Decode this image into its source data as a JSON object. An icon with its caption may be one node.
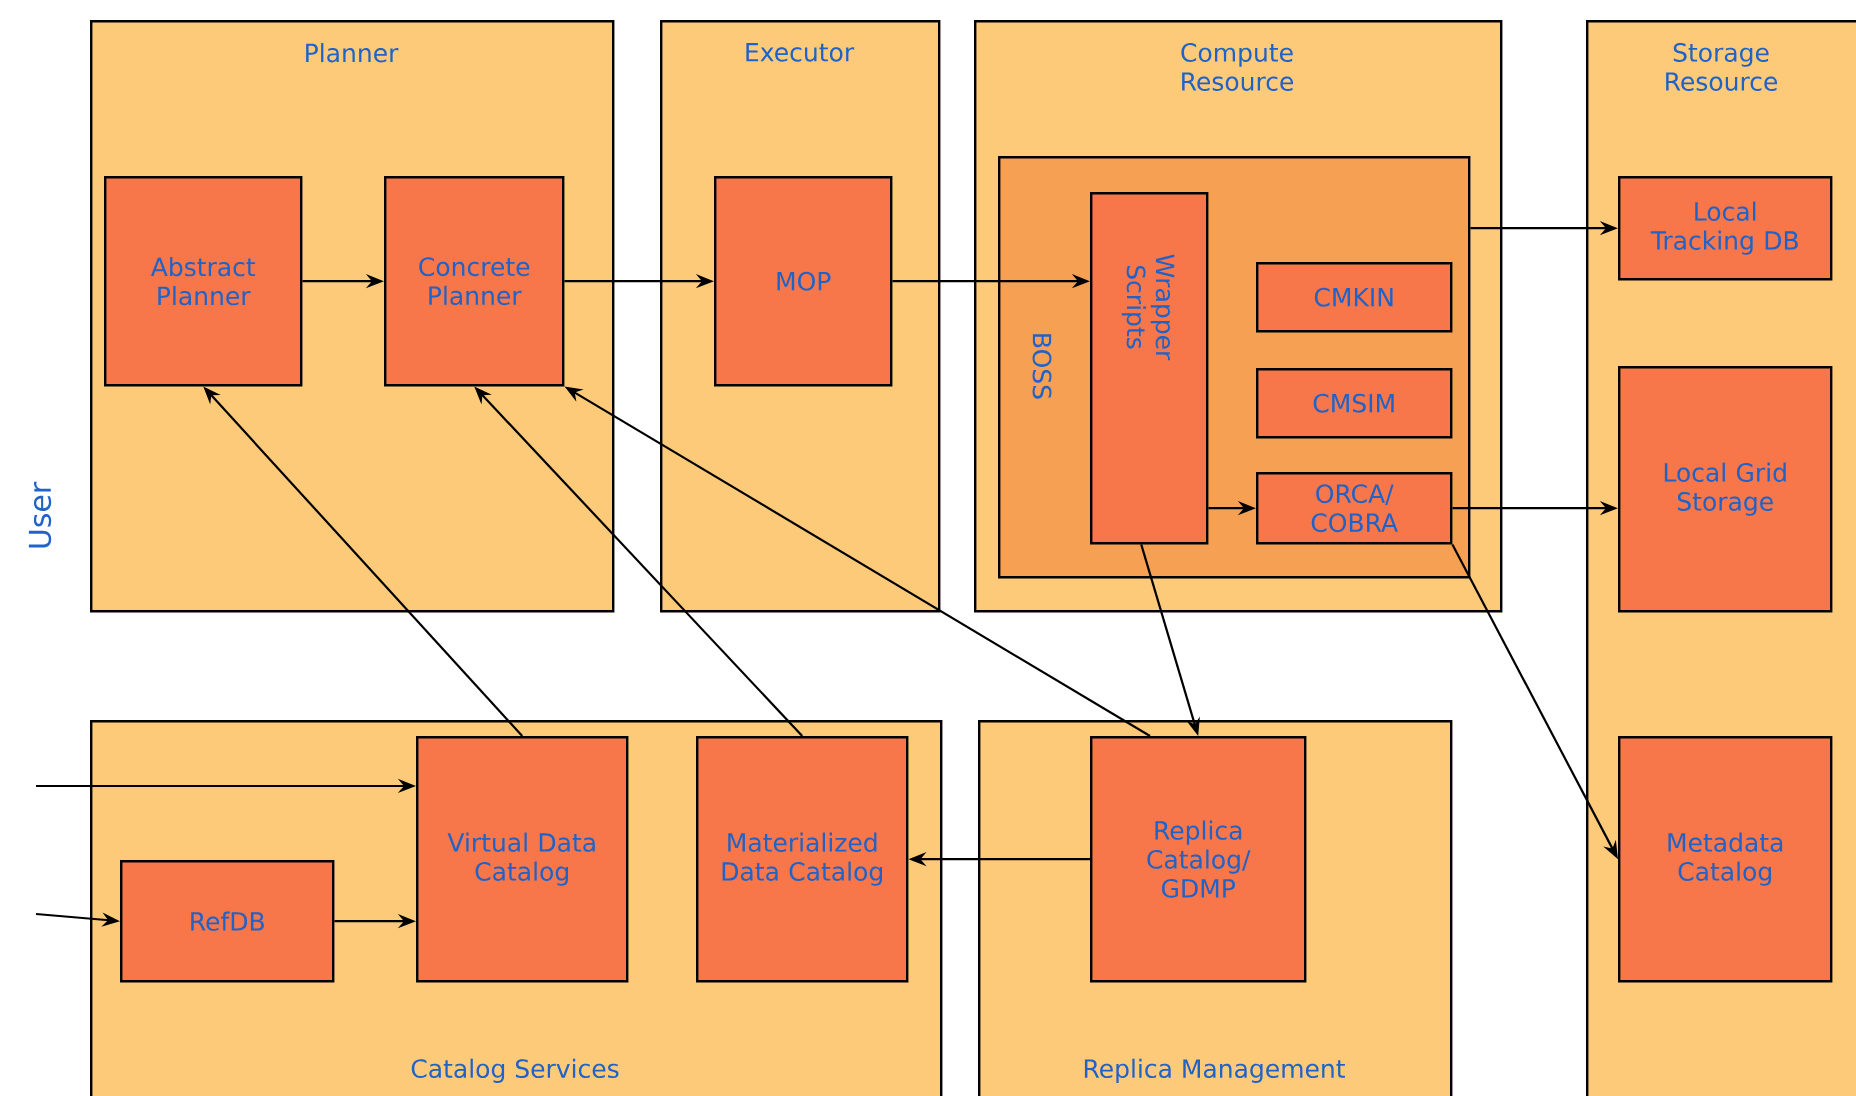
{
  "diagram": {
    "nodes": [
      {
        "text": [
          "Planner"
        ]
      },
      {
        "text": [
          "Abstract Planner"
        ],
        "in": 0
      },
      {
        "text": [
          "Concrete Planner"
        ],
        "in": 0
      },
      {
        "text": [
          "Executor"
        ]
      },
      {
        "text": [
          "MOP"
        ],
        "in": 3
      },
      {
        "text": [
          "Compute Resource"
        ]
      },
      {
        "text": [
          "BOSS"
        ],
        "in": 5
      },
      {
        "text": [
          "Wrapper Scripts"
        ],
        "in": 6
      },
      {
        "text": [
          "CMKIN"
        ],
        "in": 6
      },
      {
        "text": [
          "CMSIM"
        ],
        "in": 6
      },
      {
        "text": [
          "ORCA/ COBRA"
        ],
        "in": 6
      },
      {
        "text": [
          "Storage Resource"
        ]
      },
      {
        "text": [
          "Local Tracking DB"
        ],
        "in": 11
      },
      {
        "text": [
          "Local Grid Storage"
        ],
        "in": 11
      },
      {
        "text": [
          "Metadata Catalog"
        ],
        "in": 11
      },
      {
        "text": [
          "Catalog Services"
        ]
      },
      {
        "text": [
          "RefDB"
        ],
        "in": 15
      },
      {
        "text": [
          "Virtual Data Catalog"
        ],
        "in": 15
      },
      {
        "text": [
          "Materialized Data Catalog"
        ],
        "in": 15
      },
      {
        "text": [
          "Replica Management"
        ]
      },
      {
        "text": [
          "Replica Catalog/ GDMP"
        ],
        "in": 19
      }
    ],
    "edges": [
      {
        "from": 1,
        "to": 2,
        "arrow": "to"
      },
      {
        "from": 2,
        "to": 4,
        "arrow": "to"
      },
      {
        "from": 4,
        "to": 7,
        "arrow": "to"
      },
      {
        "from": 7,
        "to": 10,
        "arrow": "to"
      },
      {
        "from": 6,
        "to": 12,
        "arrow": "to"
      },
      {
        "from": 10,
        "to": 13,
        "arrow": "to"
      },
      {
        "from": 10,
        "to": 14,
        "arrow": "to"
      },
      {
        "from": 7,
        "to": 20,
        "arrow": "to"
      },
      {
        "from": 17,
        "to": 1,
        "arrow": "to"
      },
      {
        "from": 18,
        "to": 2,
        "arrow": "to"
      },
      {
        "from": 20,
        "to": 2,
        "arrow": "to"
      },
      {
        "from": 20,
        "to": 18,
        "arrow": "to"
      },
      {
        "from": 16,
        "to": 17,
        "arrow": "to"
      },
      {
        "from": null,
        "to": 17,
        "arrow": "to"
      },
      {
        "from": null,
        "to": 16,
        "arrow": "to"
      }
    ],
    "labels": [
      "User"
    ]
  }
}
